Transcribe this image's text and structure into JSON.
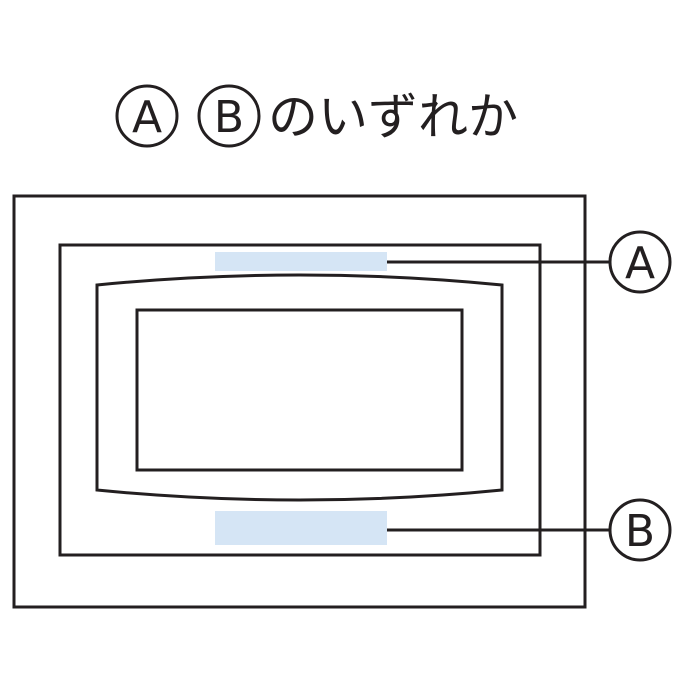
{
  "title": {
    "label_a": "A",
    "label_b": "B",
    "text": "のいずれか"
  },
  "callouts": {
    "a": "A",
    "b": "B"
  },
  "colors": {
    "stroke": "#231f20",
    "highlight": "#d5e5f5"
  }
}
